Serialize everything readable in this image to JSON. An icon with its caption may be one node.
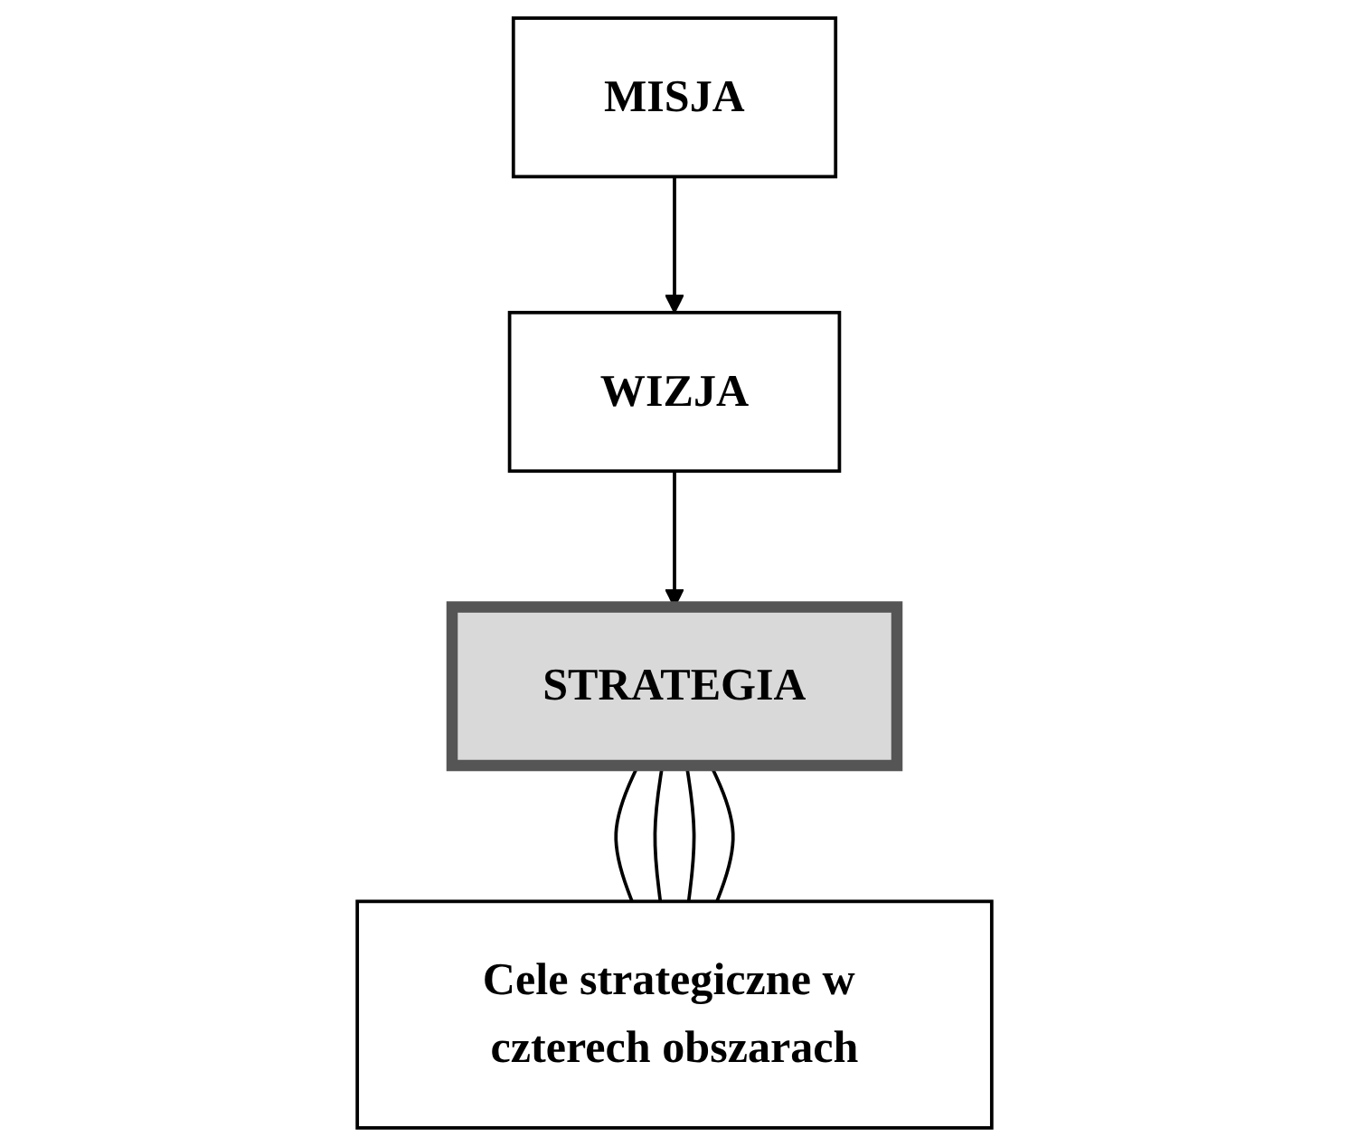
{
  "diagram": {
    "nodes": [
      {
        "text": [
          "MISJA"
        ]
      },
      {
        "text": [
          "WIZJA"
        ]
      },
      {
        "text": [
          "STRATEGIA"
        ]
      },
      {
        "text": [
          "Cele strategiczne w czterech obszarach"
        ]
      }
    ],
    "edges": [
      {
        "from": 0,
        "to": 1,
        "arrow": "to"
      },
      {
        "from": 1,
        "to": 2,
        "arrow": "to"
      },
      {
        "from": 2,
        "to": 3,
        "arrow": "none"
      },
      {
        "from": 2,
        "to": 3,
        "arrow": "none"
      },
      {
        "from": 2,
        "to": 3,
        "arrow": "none"
      },
      {
        "from": 2,
        "to": 3,
        "arrow": "none"
      }
    ]
  }
}
